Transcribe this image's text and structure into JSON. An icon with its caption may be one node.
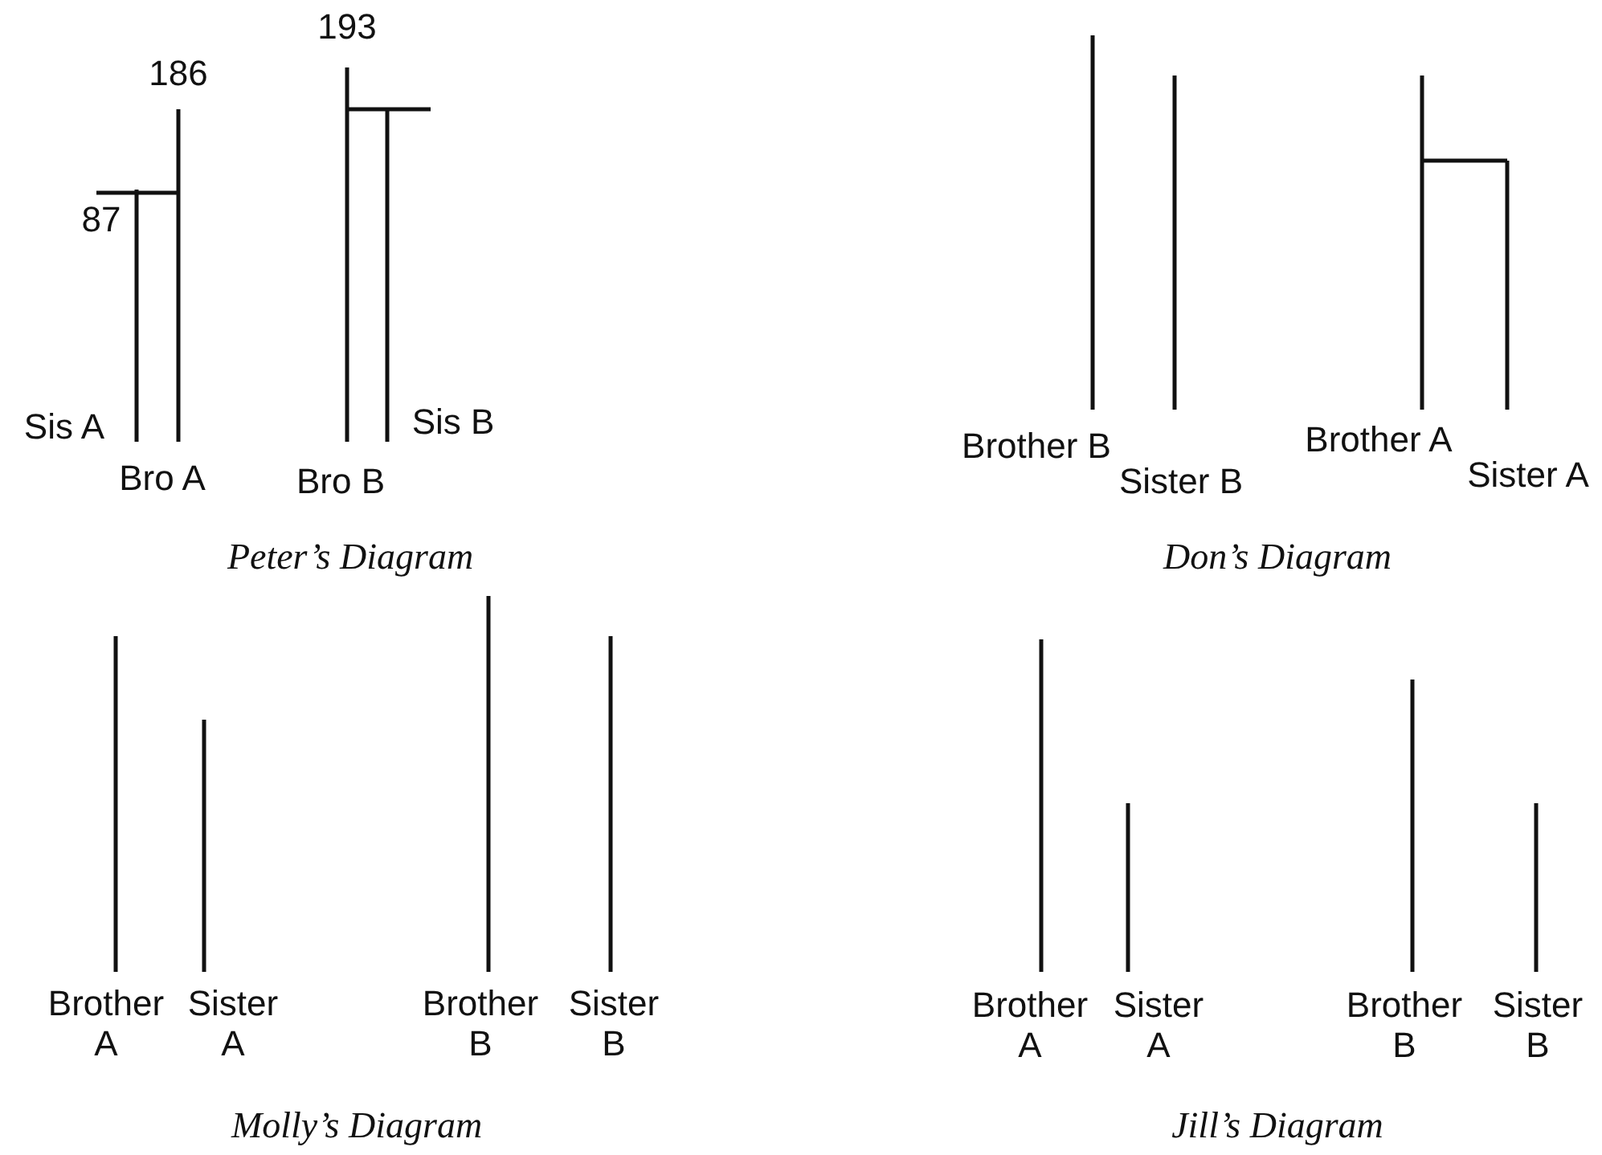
{
  "diagram": {
    "labels": [
      "186",
      "193",
      "87",
      "Sis A",
      "Sis B",
      "Bro A",
      "Bro B",
      "Peter’s Diagram",
      "Brother B",
      "Sister B",
      "Brother A",
      "Sister A",
      "Don’s Diagram",
      "Brother A",
      "Sister A",
      "Brother B",
      "Sister B",
      "Molly’s Diagram",
      "Brother A",
      "Sister A",
      "Brother B",
      "Sister B",
      "Jill’s Diagram"
    ]
  }
}
